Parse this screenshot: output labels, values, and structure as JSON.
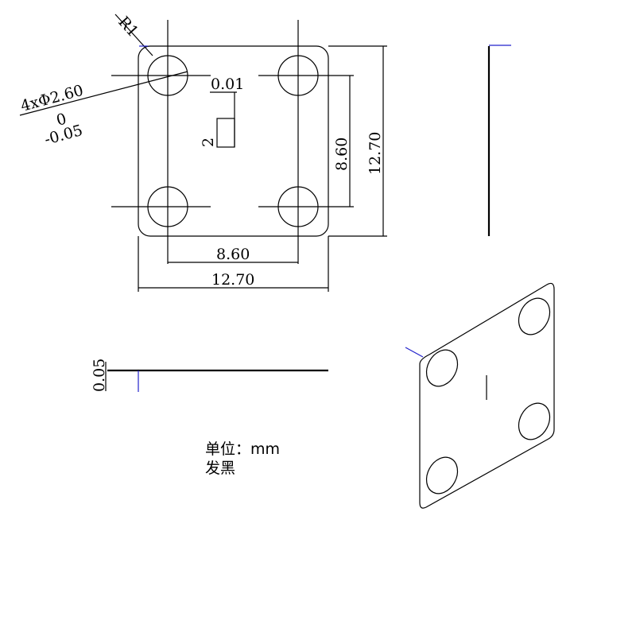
{
  "drawing": {
    "corner_radius_label": "R1",
    "hole_callout": {
      "size": "4xΦ2.60",
      "upper_tol": "0",
      "lower_tol": "-0.05"
    },
    "flatness_label": "0.01",
    "datum_label": "2",
    "hole_spacing_vertical": "8.60",
    "overall_height": "12.70",
    "hole_spacing_horizontal": "8.60",
    "overall_width": "12.70",
    "thickness": "0.05"
  },
  "notes": {
    "unit": "单位：mm",
    "finish": "发黑"
  }
}
